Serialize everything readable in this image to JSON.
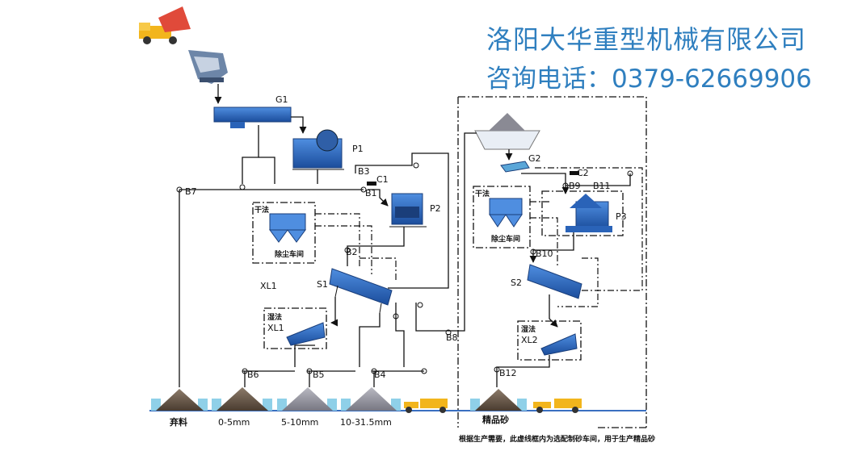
{
  "header": {
    "company": "洛阳大华重型机械有限公司",
    "phone_label": "咨询电话：0379-62669906"
  },
  "labels": {
    "G1": "G1",
    "P1": "P1",
    "P2": "P2",
    "P3": "P3",
    "G2": "G2",
    "S1": "S1",
    "S2": "S2",
    "XL1_left": "XL1",
    "XL1_box": "XL1",
    "XL2": "XL2",
    "B1": "B1",
    "B2": "B2",
    "B3": "B3",
    "B4": "B4",
    "B5": "B5",
    "B6": "B6",
    "B7": "B7",
    "B8": "B8",
    "B9": "B9",
    "B10": "B10",
    "B11": "B11",
    "B12": "B12",
    "C1": "C1",
    "C2": "C2"
  },
  "units": {
    "dry_left": "干法",
    "dust_left": "除尘车间",
    "wet_left": "湿法",
    "dry_right": "干法",
    "dust_right": "除尘车间",
    "wet_right": "湿法"
  },
  "products": {
    "waste": "弃料",
    "p1": "0-5mm",
    "p2": "5-10mm",
    "p3": "10-31.5mm",
    "sand": "精品砂"
  },
  "note": "根据生产需要，此虚线框内为选配制砂车间，用于生产精品砂",
  "colors": {
    "machine_blue": "#2a63b8",
    "header_blue": "#2f7fbf",
    "pile": "#6b5a4a",
    "truck": "#f2b51c"
  }
}
